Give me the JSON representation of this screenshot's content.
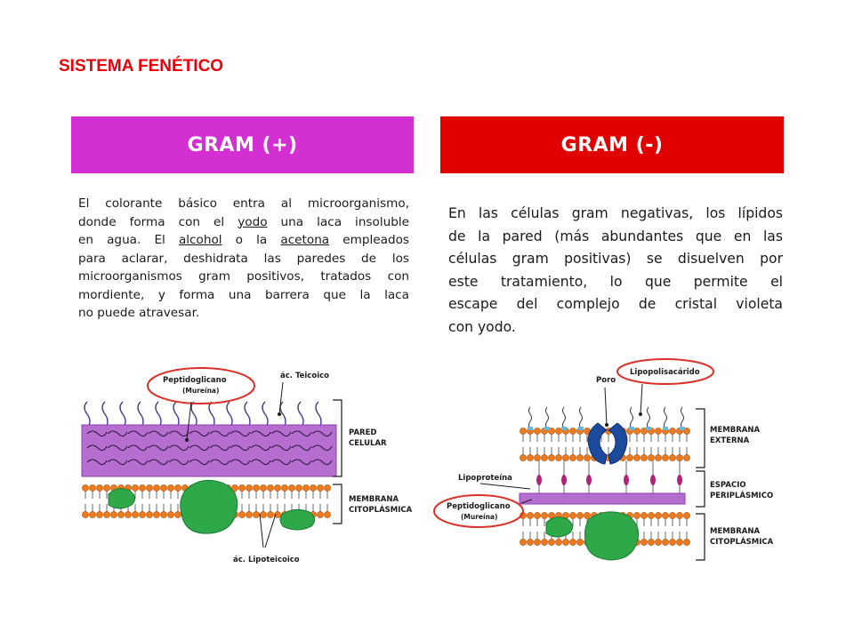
{
  "slide": {
    "title": "SISTEMA FENÉTICO"
  },
  "gram_positive": {
    "header": "GRAM (+)",
    "lines": [
      "El colorante básico entra al microorganismo,",
      "donde forma con el |yodo| una laca insoluble",
      "en agua. El |alcohol| o la |acetona| empleados",
      "para aclarar, deshidrata las paredes de los",
      "microorganismos gram positivos, tratados con",
      "mordiente, y forma una barrera que la laca",
      "no puede atravesar."
    ],
    "diagram": {
      "peptidoglycan_label": "Peptidoglicano",
      "peptidoglycan_sub": "(Mureína)",
      "teichoic_label": "ác. Teicoico",
      "wall_label_1": "PARED",
      "wall_label_2": "CELULAR",
      "membrane_label_1": "MEMBRANA",
      "membrane_label_2": "CITOPLÁSMICA",
      "lipoteichoic_label": "ác. Lipoteicoico"
    }
  },
  "gram_negative": {
    "header": "GRAM (-)",
    "lines": [
      "En las células gram negativas, los lípidos",
      "de la pared (más abundantes que en las",
      "células gram positivas) se disuelven por",
      "este tratamiento, lo que permite el",
      "escape del complejo de cristal violeta",
      "con yodo."
    ],
    "diagram": {
      "lps_label": "Lipopolisacárido",
      "porin_label": "Poro",
      "outer_label_1": "MEMBRANA",
      "outer_label_2": "EXTERNA",
      "lipoprotein_label": "Lipoproteína",
      "periplasm_label_1": "ESPACIO",
      "periplasm_label_2": "PERIPLÁSMICO",
      "peptidoglycan_label": "Peptidoglicano",
      "peptidoglycan_sub": "(Mureína)",
      "inner_label_1": "MEMBRANA",
      "inner_label_2": "CITOPLÁSMICA"
    }
  },
  "colors": {
    "title": "#e8000b",
    "gram_pos_header": "#d32fd3",
    "gram_neg_header": "#e00000",
    "wall": "#b56dd0",
    "lipid_head": "#ec7a1e",
    "protein": "#2fa84a",
    "callout": "#d8322a",
    "porin": "#1c4a9c"
  }
}
